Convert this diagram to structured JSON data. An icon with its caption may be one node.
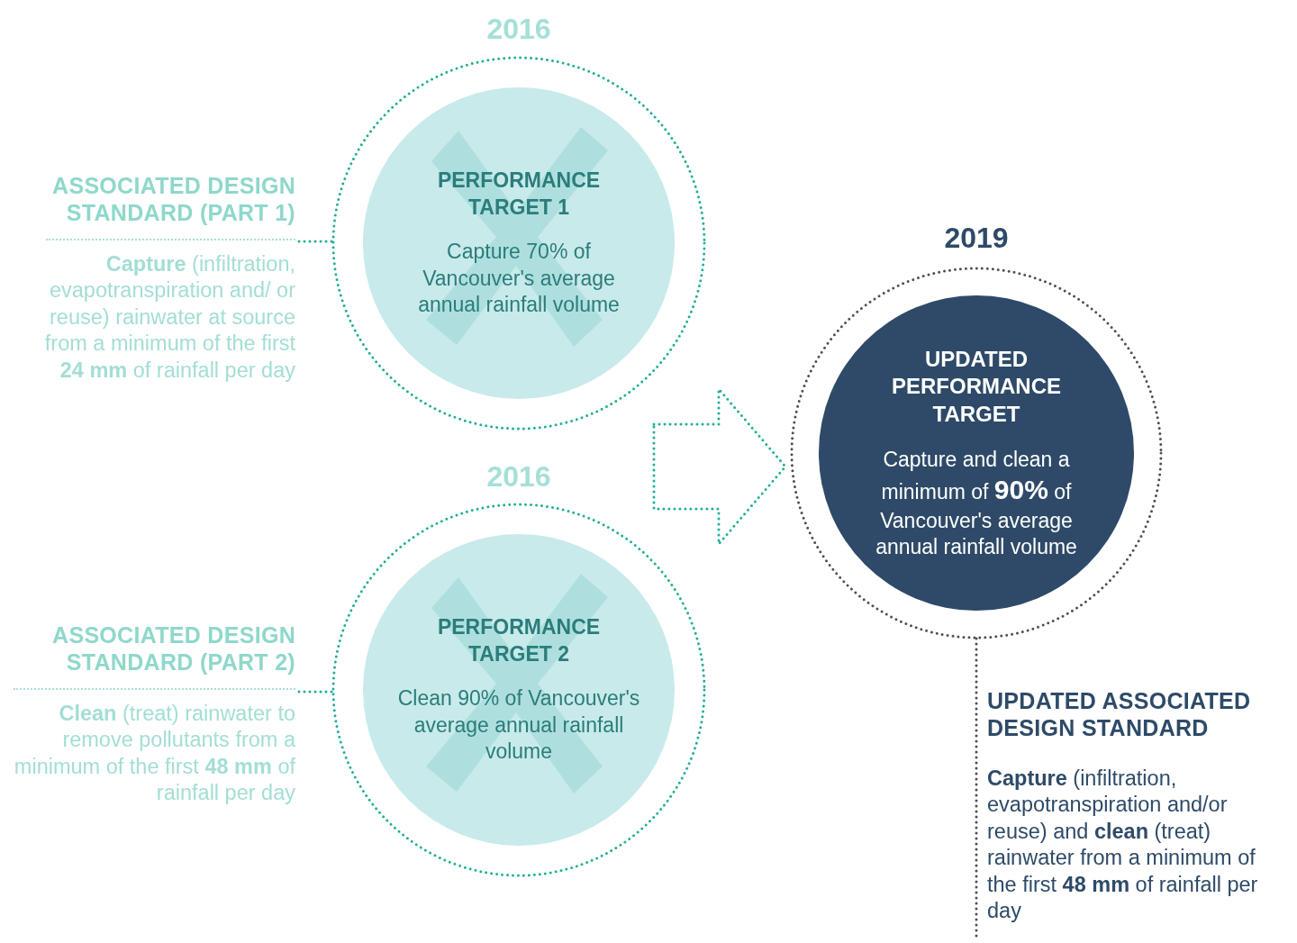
{
  "diagram": {
    "nodes": [
      {
        "text": [
          "2016"
        ]
      },
      {
        "text": [
          "PERFORMANCE TARGET 1",
          "Capture 70% of Vancouver's average annual rainfall volume"
        ],
        "in": 0
      },
      {
        "text": [
          "ASSOCIATED DESIGN STANDARD (PART 1)",
          "**Capture** (infiltration, evapotranspiration and/ or reuse) rainwater at source from a minimum of the first **24 mm** of rainfall per day"
        ]
      },
      {
        "text": [
          "2016"
        ]
      },
      {
        "text": [
          "PERFORMANCE TARGET 2",
          "Clean 90% of Vancouver's average annual rainfall volume"
        ],
        "in": 3
      },
      {
        "text": [
          "ASSOCIATED DESIGN STANDARD (PART 2)",
          "**Clean** (treat) rainwater to remove pollutants from a minimum of the first **48 mm** of rainfall per day"
        ]
      },
      {
        "text": [
          "2019"
        ]
      },
      {
        "text": [
          "UPDATED PERFORMANCE TARGET",
          "Capture and clean a minimum of **90%** of Vancouver's average annual rainfall volume"
        ],
        "in": 6
      },
      {
        "text": [
          "UPDATED ASSOCIATED DESIGN STANDARD",
          "**Capture** (infiltration, evapotranspiration and/or reuse) and **clean** (treat) rainwater from a minimum of the first **48 mm** of rainfall per day"
        ]
      }
    ],
    "edges": [
      {
        "from": 2,
        "to": 0,
        "arrow": "none",
        "style": "dashed"
      },
      {
        "from": 5,
        "to": 3,
        "arrow": "none",
        "style": "dashed"
      },
      {
        "from": null,
        "to": 6,
        "arrow": "to",
        "style": "dashed"
      },
      {
        "from": 6,
        "to": 8,
        "arrow": "none",
        "style": "dashed",
        "color": "#4a4f57"
      }
    ]
  }
}
